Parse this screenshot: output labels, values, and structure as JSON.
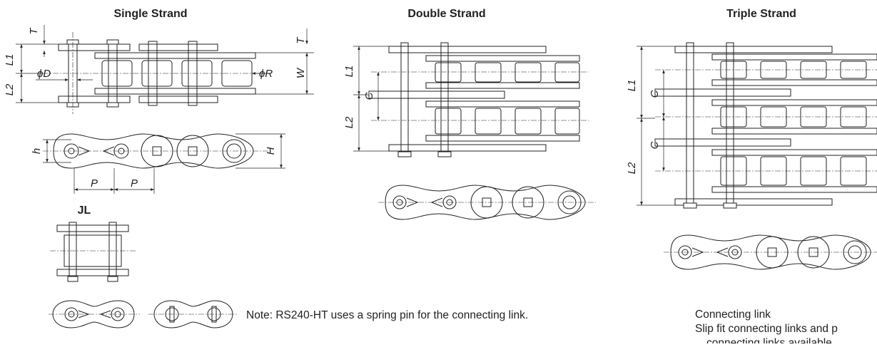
{
  "titles": {
    "single": "Single Strand",
    "double": "Double Strand",
    "triple": "Triple Strand",
    "jl": "JL"
  },
  "dimensions": {
    "T": "T",
    "L1": "L1",
    "L2": "L2",
    "D": "ϕD",
    "R": "ϕR",
    "W": "W",
    "h": "h",
    "H": "H",
    "P": "P",
    "C": "C"
  },
  "note": "Note: RS240-HT uses a spring pin for the connecting link.",
  "connecting_link": {
    "heading": "Connecting link",
    "text": "Slip fit connecting links and p",
    "text2": "connecting links available"
  }
}
